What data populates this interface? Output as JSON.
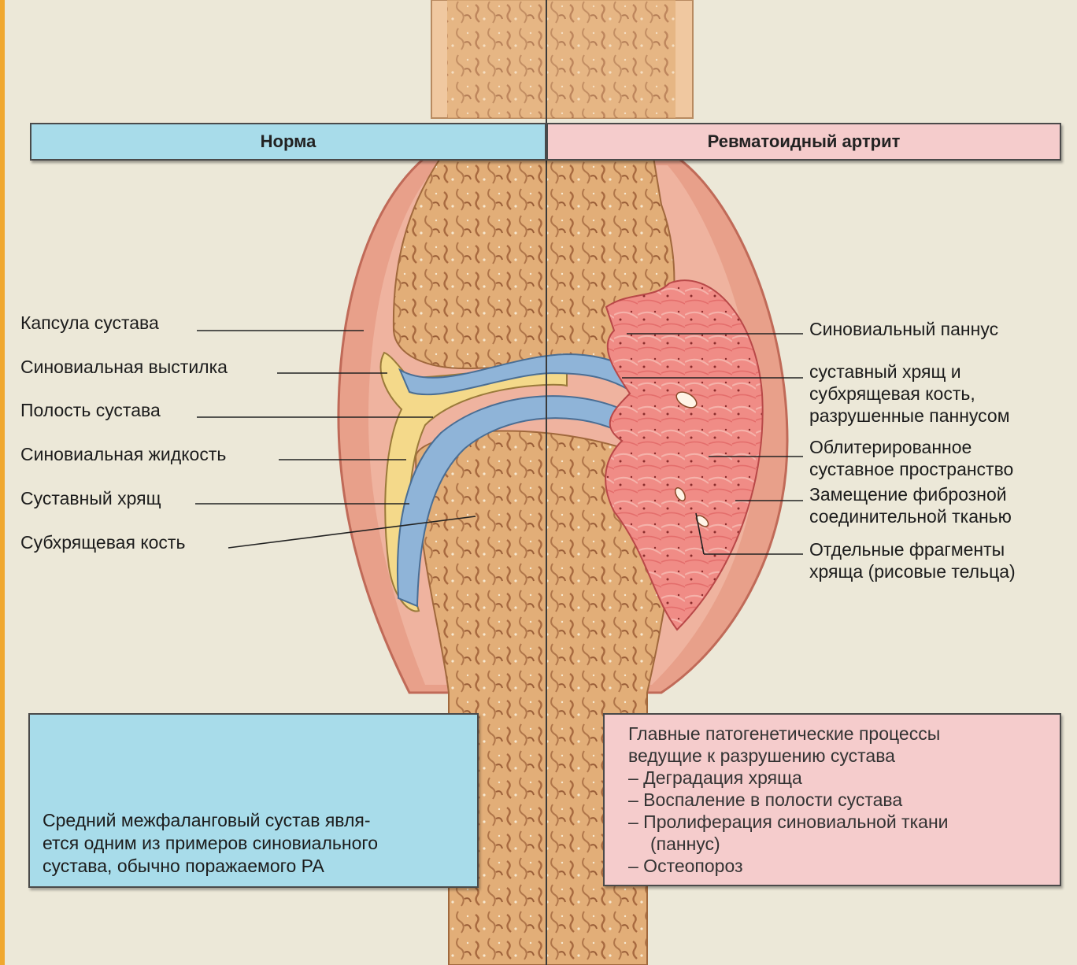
{
  "headers": {
    "normal": "Норма",
    "ra": "Ревматоидный артрит"
  },
  "left_labels": [
    "Капсула сустава",
    "Синовиальная выстилка",
    "Полость сустава",
    "Синовиальная жидкость",
    "Суставный хрящ",
    "Субхрящевая кость"
  ],
  "right_labels": [
    [
      "Синовиальный паннус"
    ],
    [
      "суставный хрящ и",
      "субхрящевая кость,",
      "разрушенные паннусом"
    ],
    [
      "Облитерированное",
      "суставное пространство"
    ],
    [
      "Замещение фиброзной",
      "соединительной тканью"
    ],
    [
      "Отдельные фрагменты",
      "хряща (рисовые тельца)"
    ]
  ],
  "finger_caption": [
    "Средний межфаланговый сустав явля-",
    "ется одним из примеров синовиального",
    "сустава, обычно поражаемого РА"
  ],
  "processes": {
    "title": [
      "Главные патогенетические процессы",
      "ведущие к разрушению сустава"
    ],
    "items": [
      "– Деградация хряща",
      "– Воспаление в полости сустава",
      "– Пролиферация синовиальной ткани",
      "(паннус)",
      "– Остеопороз"
    ]
  },
  "colors": {
    "normal_header": "#a8dcea",
    "ra_header": "#f5cccc",
    "capsule": "#e8a08a",
    "cartilage": "#8fb4d8",
    "bone": "#e3b17c",
    "pannus": "#ee8080"
  }
}
